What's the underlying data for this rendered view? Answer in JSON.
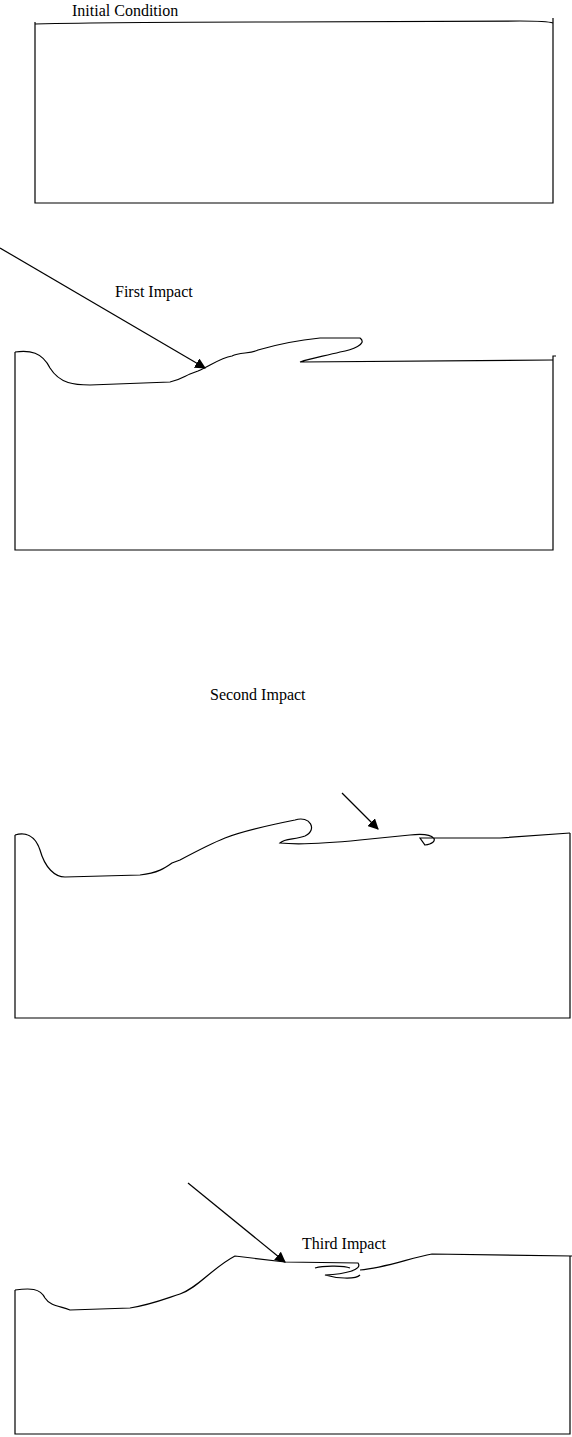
{
  "diagram": {
    "labels": [
      "Initial Condition",
      "First Impact",
      "Second Impact",
      "Third Impact"
    ]
  }
}
